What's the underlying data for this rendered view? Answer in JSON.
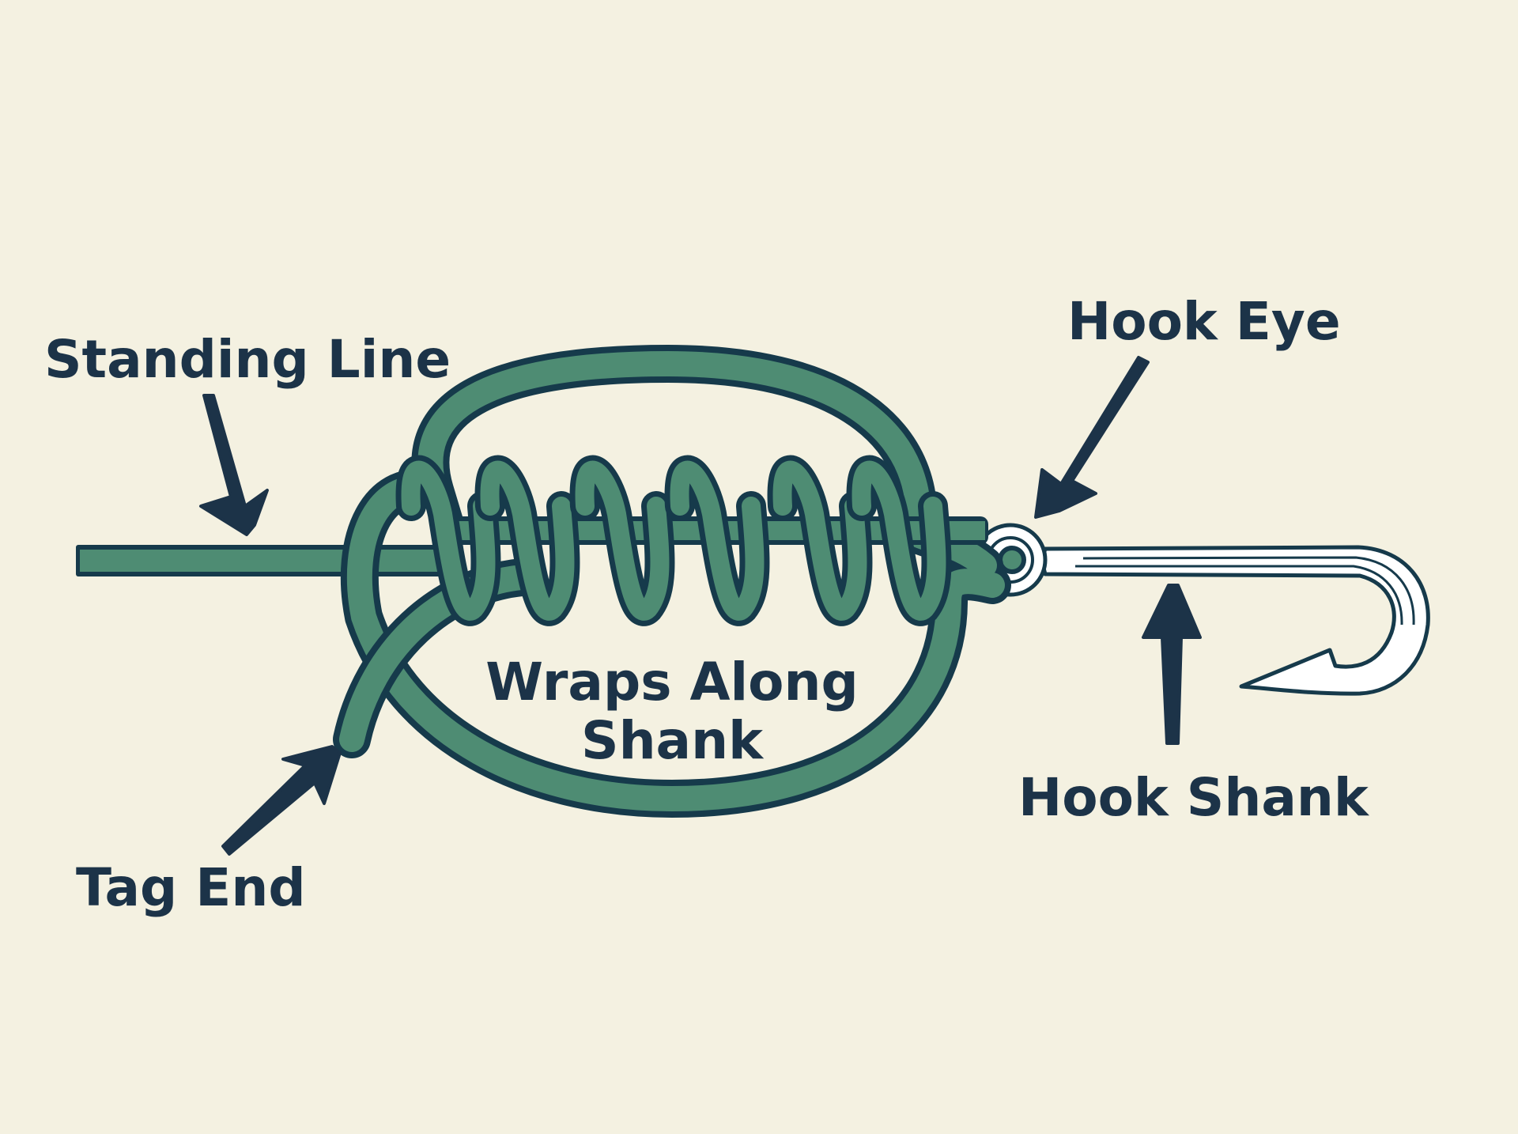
{
  "colors": {
    "background": "#f4f1e1",
    "line_fill": "#4e8c73",
    "line_outline": "#163a4b",
    "label_text": "#1c3348",
    "arrow": "#1c3348",
    "hook_fill": "#ffffff",
    "hook_outline": "#163a4b"
  },
  "labels": {
    "standing_line": "Standing Line",
    "hook_eye": "Hook Eye",
    "wraps_line1": "Wraps Along",
    "wraps_line2": "Shank",
    "tag_end": "Tag End",
    "hook_shank": "Hook Shank"
  },
  "icons": {
    "knot": "fishing-knot-icon",
    "hook": "fishing-hook-icon",
    "arrow": "pointer-arrow-icon"
  }
}
